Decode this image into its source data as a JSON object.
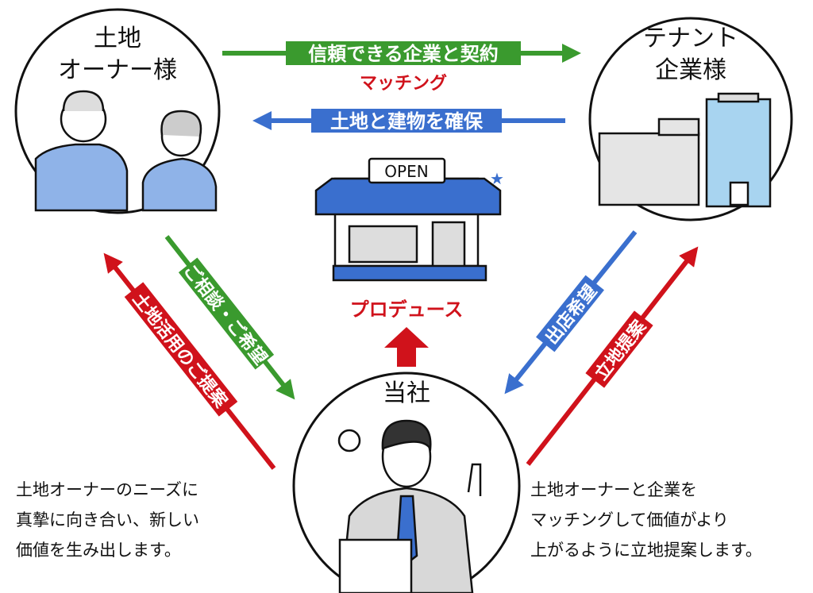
{
  "nodes": {
    "owner": {
      "line1": "土地",
      "line2": "オーナー様"
    },
    "tenant": {
      "line1": "テナント",
      "line2": "企業様"
    },
    "company": {
      "label": "当社"
    }
  },
  "arrows": {
    "contract": "信頼できる企業と契約",
    "matching": "マッチング",
    "secure": "土地と建物を確保",
    "consult": "ご相談・ご希望",
    "proposal": "土地活用のご提案",
    "store_wish": "出店希望",
    "location": "立地提案",
    "produce": "プロデュース"
  },
  "store": {
    "sign": "OPEN"
  },
  "notes": {
    "left": [
      "土地オーナーのニーズに",
      "真摯に向き合い、新しい",
      "価値を生み出します。"
    ],
    "right": [
      "土地オーナーと企業を",
      "マッチングして価値がより",
      "上がるように立地提案します。"
    ]
  },
  "colors": {
    "green": "#3a9a2e",
    "blue": "#3a6fce",
    "red": "#d0121b"
  }
}
